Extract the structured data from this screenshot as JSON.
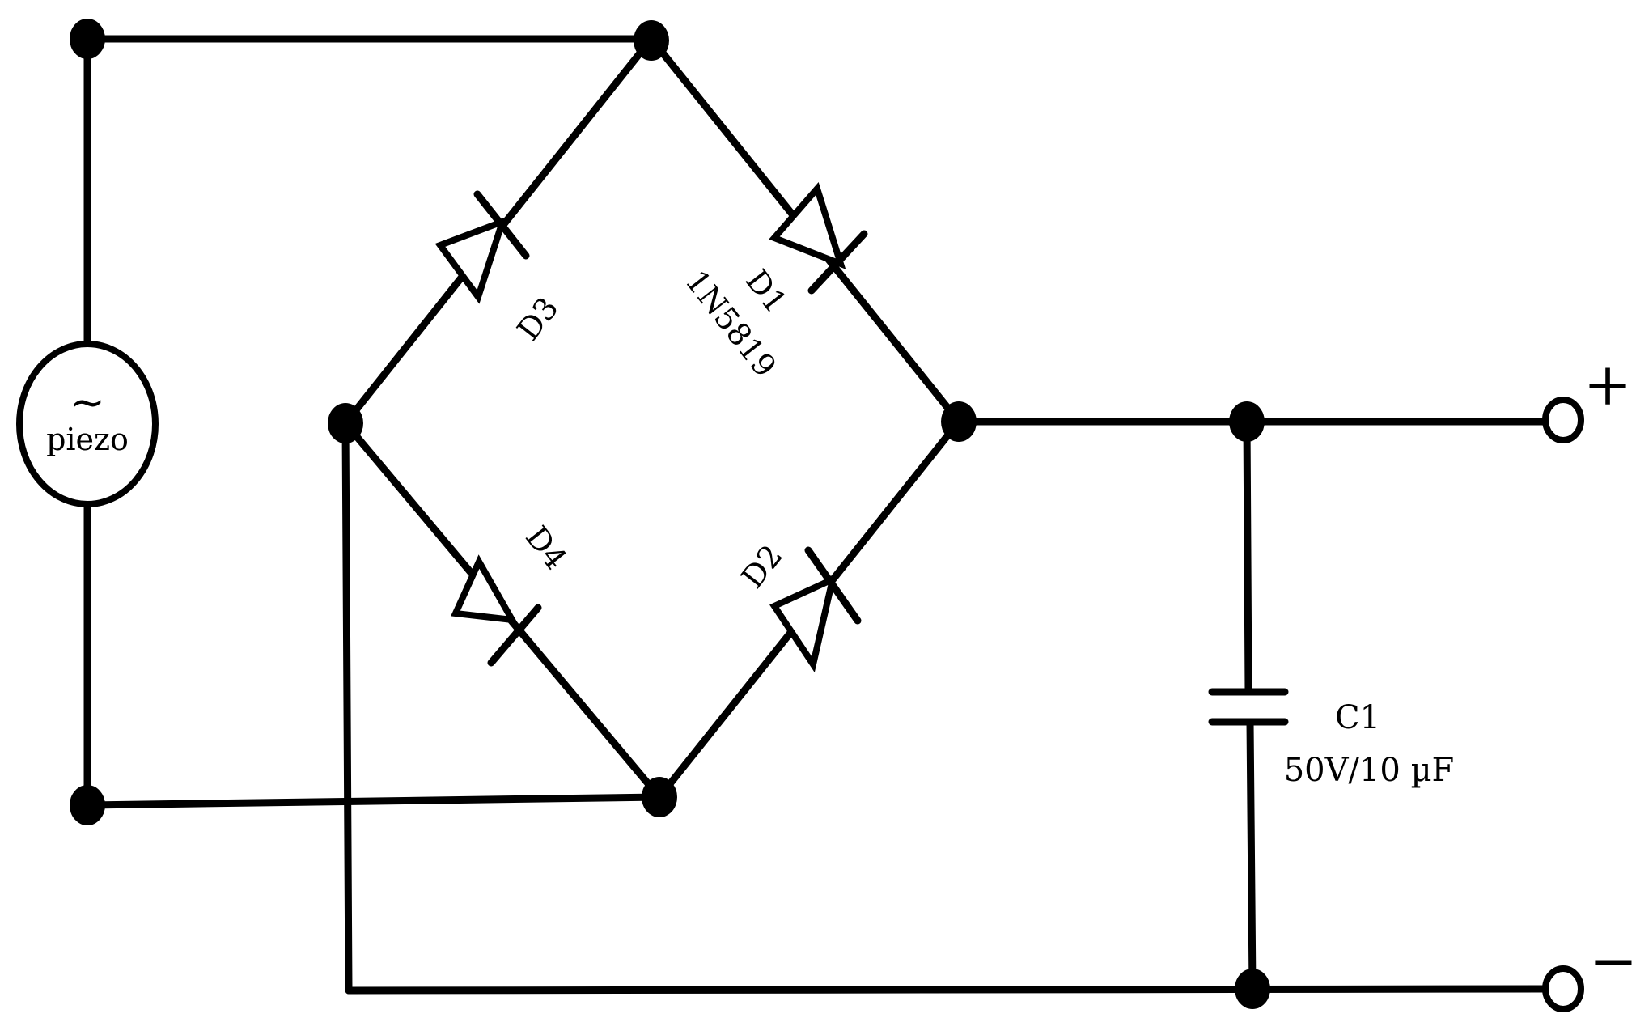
{
  "source": {
    "symbol": "~",
    "label": "piezo"
  },
  "diodes": {
    "d1": {
      "name": "D1",
      "part": "1N5819"
    },
    "d2": {
      "name": "D2"
    },
    "d3": {
      "name": "D3"
    },
    "d4": {
      "name": "D4"
    }
  },
  "capacitor": {
    "name": "C1",
    "value": "50V/10 µF"
  },
  "terminals": {
    "positive": "+",
    "negative": "−"
  },
  "colors": {
    "wire": "#000000",
    "background": "#ffffff"
  }
}
